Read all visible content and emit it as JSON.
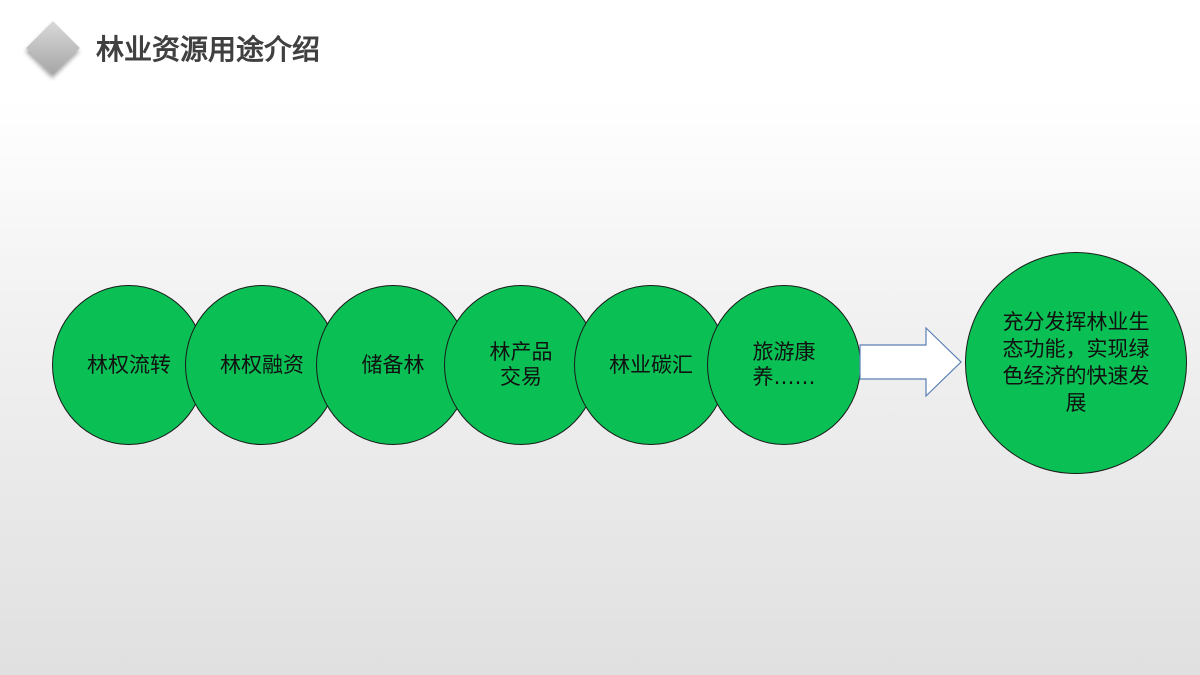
{
  "title": "林业资源用途介绍",
  "nodes": [
    {
      "label": "林权流转"
    },
    {
      "label": "林权融资"
    },
    {
      "label": "储备林"
    },
    {
      "label": "林产品\n交易"
    },
    {
      "label": "林业碳汇"
    },
    {
      "label": "旅游康\n养……"
    }
  ],
  "result": {
    "label": "充分发挥林业生态功能，实现绿色经济的快速发展"
  },
  "colors": {
    "node_fill": "#0abf53",
    "node_border": "#1a1a1a",
    "arrow_stroke": "#5b7fb5",
    "title_text": "#404040"
  }
}
